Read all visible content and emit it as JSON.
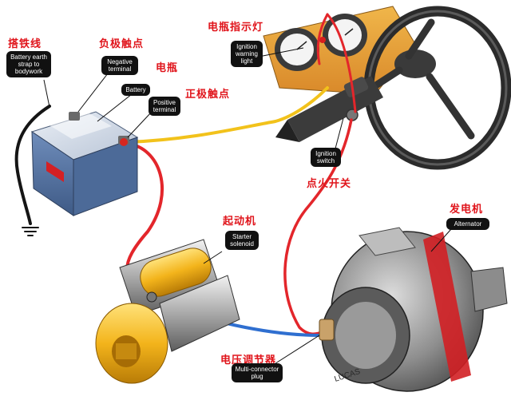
{
  "labels": {
    "earth_strap_cn": "搭铁线",
    "neg_terminal_cn": "负极触点",
    "battery_cn": "电瓶",
    "pos_terminal_cn": "正极触点",
    "warning_light_cn": "电瓶指示灯",
    "ignition_switch_cn": "点火开关",
    "starter_cn": "起动机",
    "alternator_cn": "发电机",
    "regulator_cn": "电压调节器"
  },
  "tags": {
    "earth_strap": "Battery earth strap to bodywork",
    "neg_terminal": "Negative terminal",
    "battery": "Battery",
    "pos_terminal": "Positive terminal",
    "warning_light": "Ignition warning light",
    "ignition_switch": "Ignition switch",
    "starter": "Starter solenoid",
    "alternator": "Alternator",
    "regulator": "Multi-connector plug"
  },
  "brand": "LUCAS",
  "colors": {
    "label_red": "#e0141b",
    "wire_red": "#e3262b",
    "wire_yellow": "#f2c21b",
    "wire_blue": "#2f6fd0",
    "battery_blue": "#5f7fae",
    "starter_yellow": "#f3b41b"
  }
}
